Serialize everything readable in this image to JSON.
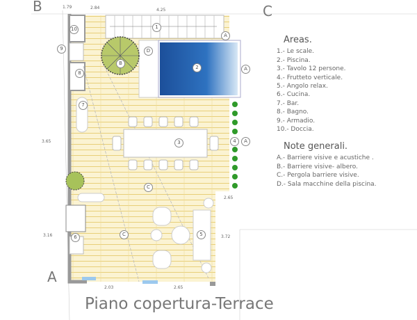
{
  "grid_labels": {
    "a": "A",
    "b": "B",
    "c": "C"
  },
  "dimensions": [
    "1.79",
    "2.84",
    "4.25",
    "3.65",
    "3.16",
    "3.72",
    "2.65",
    "2.03",
    "2.65"
  ],
  "markers": {
    "stairs": "1",
    "pool": "2",
    "table": "3",
    "garden": "4",
    "relax": "5",
    "kitchen": "6",
    "bar": "7",
    "bath": "8",
    "wardrobe": "9",
    "shower": "10",
    "barrier_a": "A",
    "tree_b": "B",
    "pergola_c": "C",
    "machine_d": "D"
  },
  "areas": {
    "title": "Areas.",
    "items": [
      "1.- Le scale.",
      "2.- Piscina.",
      "3.- Tavolo 12 persone.",
      "4.- Frutteto verticale.",
      "5.- Angolo relax.",
      "6.- Cucina.",
      "7.- Bar.",
      "8.- Bagno.",
      "9.- Armadio.",
      "10.- Doccia."
    ]
  },
  "notes": {
    "title": "Note generali.",
    "items": [
      "A.- Barriere visive e acustiche .",
      "B.- Barriere visive- albero.",
      "C.- Pergola barriere visive.",
      "D.- Sala macchine della piscina."
    ]
  },
  "plan_title": "Piano copertura-Terrace",
  "colors": {
    "deck": "#f4e3a6",
    "pool": "#1e5fa8",
    "wall": "#999999",
    "tree": "#b8c96a"
  }
}
